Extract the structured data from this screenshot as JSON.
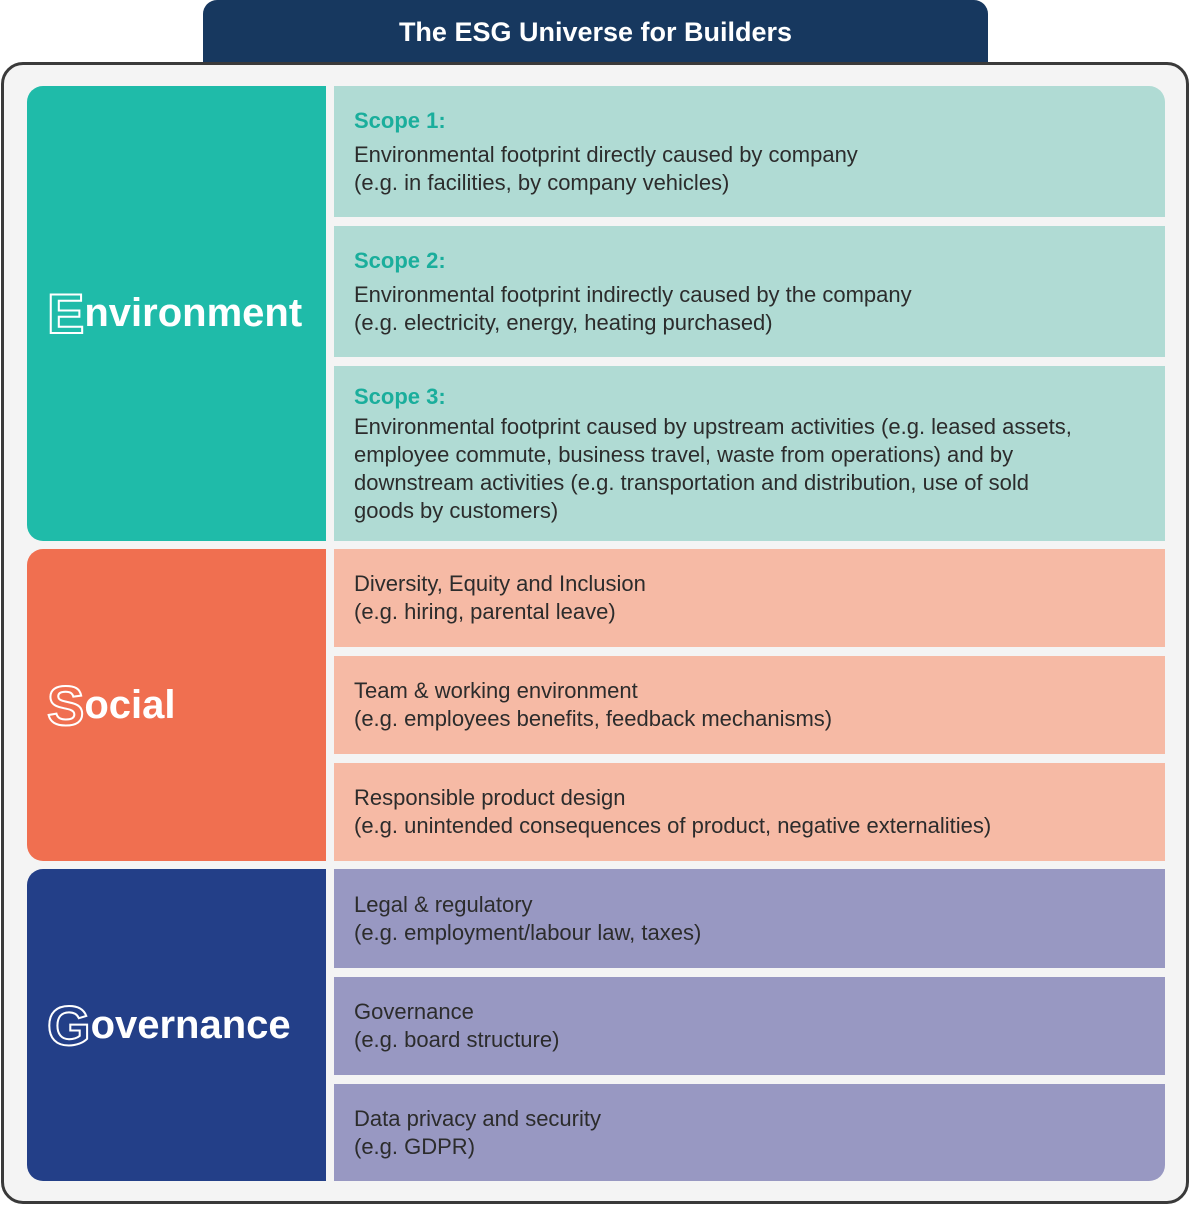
{
  "title": "The ESG Universe for Builders",
  "colors": {
    "title_bg": "#17385f",
    "environment": "#1fbba9",
    "environment_item": "#b0dbd4",
    "social": "#f06f50",
    "social_item": "#f6baa5",
    "governance": "#233f88",
    "governance_item": "#9898c2",
    "scope_text": "#1aae9c"
  },
  "environment": {
    "initial": "E",
    "rest": "nvironment",
    "items": [
      {
        "scope": "Scope 1:",
        "line1": "Environmental footprint directly caused by company",
        "line2": "(e.g. in facilities, by company vehicles)"
      },
      {
        "scope": "Scope 2:",
        "line1": "Environmental footprint indirectly caused by the company",
        "line2": "(e.g. electricity, energy, heating purchased)"
      },
      {
        "scope": "Scope 3:",
        "line1": "Environmental footprint caused by upstream activities (e.g. leased assets,",
        "line2": "employee commute, business travel, waste from operations) and by",
        "line3": "downstream activities (e.g. transportation and distribution, use of sold",
        "line4": "goods by customers)"
      }
    ]
  },
  "social": {
    "initial": "S",
    "rest": "ocial",
    "items": [
      {
        "line1": "Diversity, Equity and Inclusion",
        "line2": "(e.g. hiring, parental leave)"
      },
      {
        "line1": "Team & working environment",
        "line2": "(e.g. employees benefits, feedback mechanisms)"
      },
      {
        "line1": "Responsible product design",
        "line2": "(e.g. unintended consequences of product, negative externalities)"
      }
    ]
  },
  "governance": {
    "initial": "G",
    "rest": "overnance",
    "items": [
      {
        "line1": "Legal & regulatory",
        "line2": "(e.g. employment/labour law, taxes)"
      },
      {
        "line1": "Governance",
        "line2": "(e.g. board structure)"
      },
      {
        "line1": "Data privacy and security",
        "line2": "(e.g. GDPR)"
      }
    ]
  }
}
